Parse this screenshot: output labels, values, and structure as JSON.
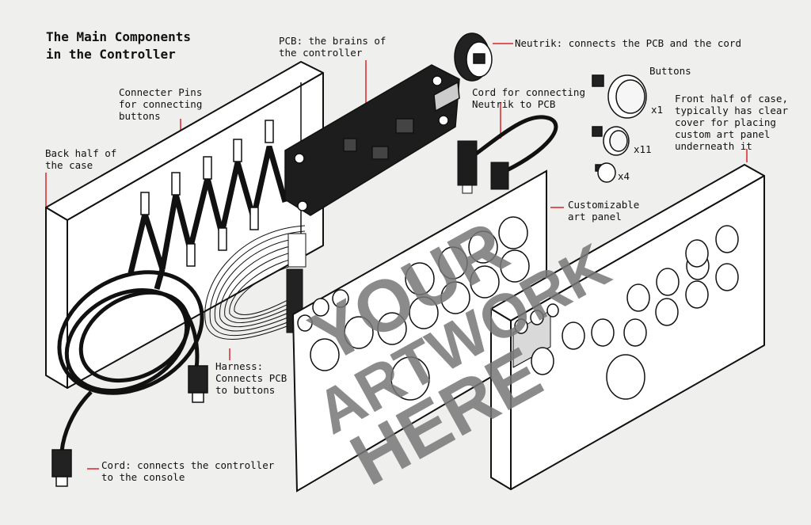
{
  "title": "The Main Components\nin the Controller",
  "labels": {
    "pcb": "PCB: the brains of\nthe controller",
    "neutrik": "Neutrik: connects the PCB and the cord",
    "pins": "Connecter Pins\nfor connecting\nbuttons",
    "cord_neutrik": "Cord for connecting\nNeutrik to PCB",
    "buttons": "Buttons",
    "front_case": "Front half of case,\ntypically has clear\ncover for placing\ncustom art panel\nunderneath it",
    "back_case": "Back half of\nthe case",
    "art_panel": "Customizable\nart panel",
    "harness": "Harness:\nConnects PCB\nto buttons",
    "cord_console": "Cord: connects the controller\nto the console"
  },
  "counts": {
    "large": "x1",
    "medium": "x11",
    "small": "x4"
  },
  "artwork_text": [
    "YOUR",
    "ARTWORK",
    "HERE"
  ],
  "colors": {
    "callout": "#d9262a",
    "line": "#111111",
    "background": "#efefed",
    "case": "#ffffff",
    "art_text": "#777777"
  }
}
